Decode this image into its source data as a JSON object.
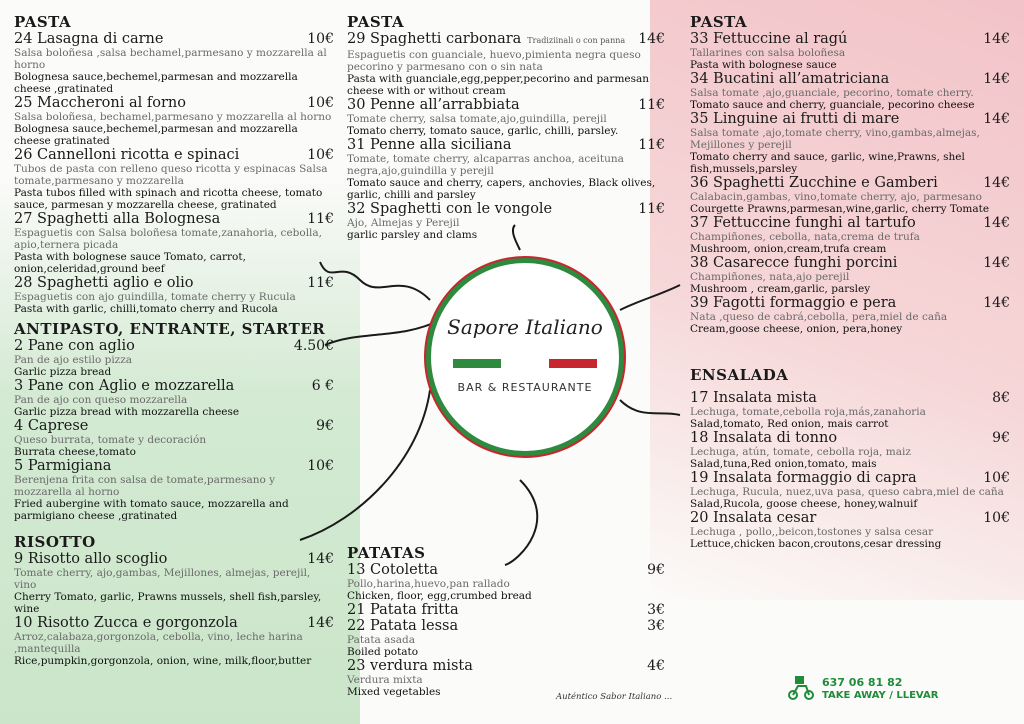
{
  "colors": {
    "green": "#2e8a3e",
    "red": "#c8262e",
    "white": "#ffffff"
  },
  "logo": {
    "title": "Sapore Italiano",
    "subtitle": "BAR & RESTAURANTE"
  },
  "col1": {
    "pasta_title": "PASTA",
    "pasta": [
      {
        "name": "24 Lasagna di carne",
        "price": "10€",
        "es": "Salsa boloñesa ,salsa bechamel,parmesano y mozzarella al horno",
        "en": "Bolognesa sauce,bechemel,parmesan and mozzarella cheese ,gratinated"
      },
      {
        "name": "25 Maccheroni al forno",
        "price": "10€",
        "es": "Salsa boloñesa, bechamel,parmesano y mozzarella al horno",
        "en": "Bolognesa sauce,bechemel,parmesan and mozzarella cheese gratinated"
      },
      {
        "name": "26 Cannelloni ricotta e spinaci",
        "price": "10€",
        "es": "Tubos de pasta con relleno queso ricotta y espinacas Salsa tomate,parmesano y mozzarella",
        "en": "Pasta tubos filled with spinach and ricotta cheese, tomato sauce, parmesan y mozzarella cheese, gratinated"
      },
      {
        "name": "27 Spaghetti alla Bolognesa",
        "price": "11€",
        "es": "Espaguetis con Salsa boloñesa tomate,zanahoria, cebolla, apio,ternera picada",
        "en": "Pasta with bolognese sauce Tomato, carrot, onion,celeridad,ground beef"
      },
      {
        "name": "28 Spaghetti aglio e olio",
        "price": "11€",
        "es": "Espaguetis con ajo guindilla, tomate cherry y Rucula",
        "en": "Pasta with garlic, chilli,tomato cherry and Rucola"
      }
    ],
    "antipasto_title": "ANTIPASTO, ENTRANTE, STARTER",
    "antipasto": [
      {
        "name": "2 Pane con aglio",
        "price": "4.50€",
        "es": "Pan de ajo estilo pizza",
        "en": "Garlic pizza bread"
      },
      {
        "name": "3 Pane con Aglio e mozzarella",
        "price": "6 €",
        "es": "Pan de ajo con queso mozzarella",
        "en": "Garlic pizza bread with mozzarella cheese"
      },
      {
        "name": "4 Caprese",
        "price": "9€",
        "es": "Queso burrata, tomate y decoración",
        "en": "Burrata cheese,tomato"
      },
      {
        "name": "5 Parmigiana",
        "price": "10€",
        "es": "Berenjena frita con salsa de tomate,parmesano y mozzarella al horno",
        "en": "Fried aubergine with tomato sauce, mozzarella and parmigiano cheese ,gratinated"
      }
    ],
    "risotto_title": "RISOTTO",
    "risotto": [
      {
        "name": "9 Risotto allo scoglio",
        "price": "14€",
        "es": "Tomate cherry, ajo,gambas, Mejillones, almejas, perejil, vino",
        "en": "Cherry Tomato, garlic, Prawns mussels, shell fish,parsley, wine"
      },
      {
        "name": "10 Risotto Zucca e gorgonzola",
        "price": "14€",
        "es": "Arroz,calabaza,gorgonzola, cebolla, vino, leche harina ,mantequilla",
        "en": "Rice,pumpkin,gorgonzola, onion, wine, milk,floor,butter"
      }
    ]
  },
  "col2": {
    "pasta_title": "PASTA",
    "pasta": [
      {
        "name": "29 Spaghetti carbonara",
        "note": "Tradiziinali o con panna",
        "price": "14€",
        "es": "Espaguetis con guanciale, huevo,pimienta negra queso pecorino y parmesano con o sin nata",
        "en": "Pasta with guanciale,egg,pepper,pecorino and parmesan cheese with or without cream"
      },
      {
        "name": "30 Penne all’arrabbiata",
        "price": "11€",
        "es": "Tomate cherry, salsa tomate,ajo,guindilla, perejil",
        "en": "Tomato cherry, tomato sauce, garlic, chilli, parsley."
      },
      {
        "name": "31 Penne alla siciliana",
        "price": "11€",
        "es": "Tomate, tomate cherry, alcaparras anchoa, aceituna negra,ajo,guindilla y perejil",
        "en": "Tomato sauce and cherry, capers, anchovies, Black olives, garlic, chilli and parsley"
      },
      {
        "name": "32 Spaghetti con le vongole",
        "price": "11€",
        "es": "Ajo, Almejas y Perejil",
        "en": "garlic parsley and clams"
      }
    ],
    "patatas_title": "PATATAS",
    "patatas": [
      {
        "name": "13 Cotoletta",
        "price": "9€",
        "es": "Pollo,harina,huevo,pan rallado",
        "en": "Chicken, floor, egg,crumbed bread"
      },
      {
        "name": "21 Patata fritta",
        "price": "3€",
        "es": "",
        "en": ""
      },
      {
        "name": "22 Patata lessa",
        "price": "3€",
        "es": "Patata asada",
        "en": "Boiled potato"
      },
      {
        "name": "23 verdura mista",
        "price": "4€",
        "es": "Verdura mixta",
        "en": "Mixed vegetables"
      }
    ],
    "footer": "Auténtico Sabor Italiano ..."
  },
  "col3": {
    "pasta_title": "PASTA",
    "pasta": [
      {
        "name": "33 Fettuccine al ragú",
        "price": "14€",
        "es": "Tallarines con salsa boloñesa",
        "en": "Pasta with bolognese sauce"
      },
      {
        "name": "34 Bucatini all’amatriciana",
        "price": "14€",
        "es": "Salsa tomate ,ajo,guanciale, pecorino, tomate cherry.",
        "en": "Tomato sauce and cherry, guanciale, pecorino cheese"
      },
      {
        "name": "35 Linguine ai frutti di mare",
        "price": "14€",
        "es": "Salsa tomate ,ajo,tomate cherry, vino,gambas,almejas, Mejillones y perejil",
        "en": "Tomato cherry and sauce, garlic, wine,Prawns, shel fish,mussels,parsley"
      },
      {
        "name": "36 Spaghetti Zucchine e Gamberi",
        "price": "14€",
        "es": "Calabacin,gambas, vino,tomate cherry, ajo, parmesano",
        "en": "Courgette Prawns,parmesan,wine,garlic, cherry Tomate"
      },
      {
        "name": "37 Fettuccine funghi al tartufo",
        "price": "14€",
        "es": "Champiñones, cebolla, nata,crema de trufa",
        "en": "Mushroom, onion,cream,trufa cream"
      },
      {
        "name": "38 Casarecce funghi porcini",
        "price": "14€",
        "es": "Champiñones, nata,ajo perejil",
        "en": "Mushroom , cream,garlic, parsley"
      },
      {
        "name": "39 Fagotti formaggio e pera",
        "price": "14€",
        "es": "Nata ,queso de cabrá,cebolla, pera,miel de caña",
        "en": "Cream,goose cheese, onion, pera,honey"
      }
    ],
    "ensalada_title": "ENSALADA",
    "ensalada": [
      {
        "name": "17 Insalata mista",
        "price": "8€",
        "es": "Lechuga, tomate,cebolla roja,más,zanahoria",
        "en": "Salad,tomato, Red onion, mais carrot"
      },
      {
        "name": "18 Insalata di tonno",
        "price": "9€",
        "es": "Lechuga, atún, tomate, cebolla roja, maiz",
        "en": "Salad,tuna,Red onion,tomato, mais"
      },
      {
        "name": "19 Insalata formaggio di capra",
        "price": "10€",
        "es": "Lechuga, Rucula, nuez,uva pasa, queso cabra,miel de caña",
        "en": "Salad,Rucola, goose cheese, honey,walnuif"
      },
      {
        "name": "20 Insalata cesar",
        "price": "10€",
        "es": "Lechuga , pollo,,beicon,tostones y salsa cesar",
        "en": "Lettuce,chicken bacon,croutons,cesar dressing"
      }
    ],
    "phone": "637 06 81 82",
    "takeaway": "TAKE AWAY / LLEVAR"
  }
}
